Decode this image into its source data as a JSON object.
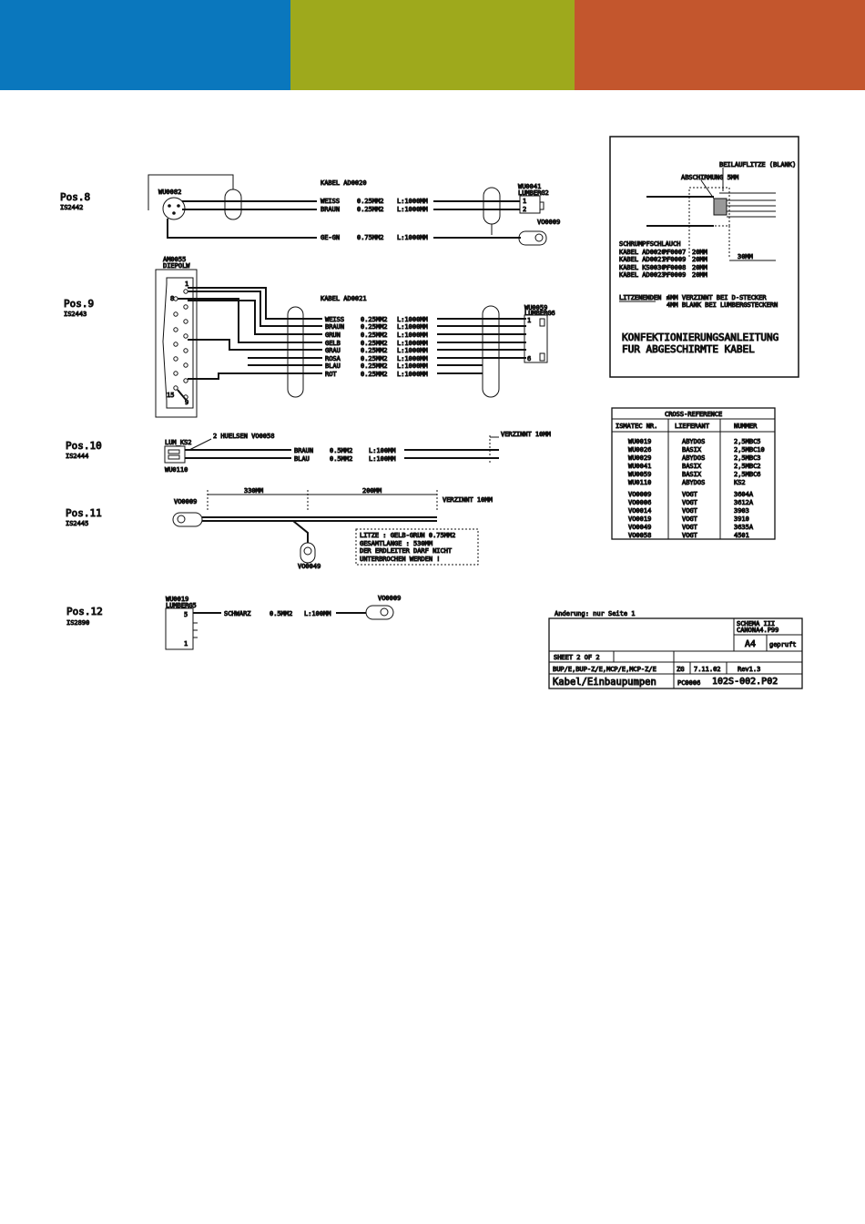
{
  "colors": {
    "blue": "#0a77bd",
    "olive": "#9ea91c",
    "rust": "#c3562d",
    "ink": "#111111"
  },
  "pos8": {
    "title": "Pos.8",
    "code": "IS2442",
    "left_conn": "WU0082",
    "cable": "KABEL AD0020",
    "wires": [
      {
        "color": "WEISS",
        "section": "0.25MM2",
        "length": "L:1000MM"
      },
      {
        "color": "BRAUN",
        "section": "0.25MM2",
        "length": "L:1000MM"
      },
      {
        "color": "GE-GN",
        "section": "0.75MM2",
        "length": "L:1000MM"
      }
    ],
    "right_conn_1": "WU0041",
    "right_conn_2": "LUMBERG2",
    "pin1": "1",
    "pin2": "2",
    "ring": "VO0009"
  },
  "pos9": {
    "title": "Pos.9",
    "code": "IS2443",
    "left_conn_1": "AM0055",
    "left_conn_2": "DIEPOLW",
    "cable": "KABEL AD0021",
    "pin_1": "1",
    "pin_8": "8",
    "pin_15": "15",
    "pin_9": "9",
    "wires": [
      {
        "color": "WEISS",
        "section": "0.25MM2",
        "length": "L:1000MM"
      },
      {
        "color": "BRAUN",
        "section": "0.25MM2",
        "length": "L:1000MM"
      },
      {
        "color": "GRUN",
        "section": "0.25MM2",
        "length": "L:1000MM"
      },
      {
        "color": "GELB",
        "section": "0.25MM2",
        "length": "L:1000MM"
      },
      {
        "color": "GRAU",
        "section": "0.25MM2",
        "length": "L:1000MM"
      },
      {
        "color": "ROSA",
        "section": "0.25MM2",
        "length": "L:1000MM"
      },
      {
        "color": "BLAU",
        "section": "0.25MM2",
        "length": "L:1000MM"
      },
      {
        "color": "ROT",
        "section": "0.25MM2",
        "length": "L:1000MM"
      }
    ],
    "right_conn_1": "WU0059",
    "right_conn_2": "LUMBERG6",
    "pin_r1": "1",
    "pin_r6": "6"
  },
  "pos10": {
    "title": "Pos.10",
    "code": "IS2444",
    "conn": "LUM_KS2",
    "conn_code": "WU0110",
    "note": "2 HUELSEN VO0058",
    "wires": [
      {
        "color": "BRAUN",
        "section": "0.5MM2",
        "length": "L:100MM"
      },
      {
        "color": "BLAU",
        "section": "0.5MM2",
        "length": "L:100MM"
      }
    ],
    "tin": "VERZINNT 10MM"
  },
  "pos11": {
    "title": "Pos.11",
    "code": "IS2445",
    "ring_left": "VO0009",
    "dim1": "330MM",
    "dim2": "200MM",
    "tin": "VERZINNT 10MM",
    "ring_bottom": "VO0049",
    "note": [
      "LITZE : GELB-GRUN  0.75MM2",
      "GESAMTLANGE : 530MM",
      "DER ERDLEITER DARF NICHT",
      "UNTERBROCHEN WERDEN !"
    ]
  },
  "pos12": {
    "title": "Pos.12",
    "code": "IS2890",
    "conn_1": "WU0019",
    "conn_2": "LUMBERG5",
    "pin5": "5",
    "pin1": "1",
    "wire": {
      "color": "SCHWARZ",
      "section": "0.5MM2",
      "length": "L:100MM"
    },
    "ring": "VO0009"
  },
  "instruction": {
    "label_wire": "BEILAUFLITZE (BLANK)",
    "label_shield": "ABSCHIRMUNG 5MM",
    "label_tube": "SCHRUMPFSCHLAUCH",
    "table": [
      {
        "cable": "KABEL AD0020:",
        "part": "PF0007",
        "len": "20MM"
      },
      {
        "cable": "KABEL AD0021:",
        "part": "PF0009",
        "len": "20MM"
      },
      {
        "cable": "KABEL KS0030:",
        "part": "PF0008",
        "len": "20MM"
      },
      {
        "cable": "KABEL AD0023:",
        "part": "PF0009",
        "len": "20MM"
      }
    ],
    "dim": "30MM",
    "litz_head": "LITZENENDEN :",
    "litz_1": "4MM VERZINNT BEI D-STECKER",
    "litz_2": "4MM BLANK BEI LUMBERGSTECKERN",
    "title_1": "KONFEKTIONIERUNGSANLEITUNG",
    "title_2": "FUR ABGESCHIRMTE KABEL"
  },
  "xref": {
    "title": "CROSS-REFERENCE",
    "headers": [
      "ISMATEC NR.",
      "LIEFERANT",
      "NUMMER"
    ],
    "rows1": [
      [
        "WU0019",
        "ABYDOS",
        "2,5MBC5"
      ],
      [
        "WU0026",
        "BASIX",
        "2,5MBC10"
      ],
      [
        "WU0029",
        "ABYDOS",
        "2,5MBC3"
      ],
      [
        "WU0041",
        "BASIX",
        "2,5MBC2"
      ],
      [
        "WU0059",
        "BASIX",
        "2,5MBC6"
      ],
      [
        "WU0110",
        "ABYDOS",
        "KS2"
      ]
    ],
    "rows2": [
      [
        "VO0009",
        "VOGT",
        "3604A"
      ],
      [
        "VO0006",
        "VOGT",
        "3612A"
      ],
      [
        "VO0014",
        "VOGT",
        "3903"
      ],
      [
        "VO0019",
        "VOGT",
        "3910"
      ],
      [
        "VO0049",
        "VOGT",
        "3635A"
      ],
      [
        "VO0058",
        "VOGT",
        "4501"
      ]
    ]
  },
  "titleblock": {
    "change": "Anderung: nur Seite 1",
    "schema": "SCHEMA III",
    "file": "CANONA4.P99",
    "size": "A4",
    "checked": "gepruft",
    "sheet": "SHEET 2 OF 2",
    "models": "BUP/E,BUP-Z/E,MCP/E,MCP-Z/E",
    "zg": "ZG",
    "date": "7.11.02",
    "rev": "Rev1.3",
    "title": "Kabel/Einbaupumpen",
    "pc": "PC0006",
    "number": "102S-002.P02"
  }
}
